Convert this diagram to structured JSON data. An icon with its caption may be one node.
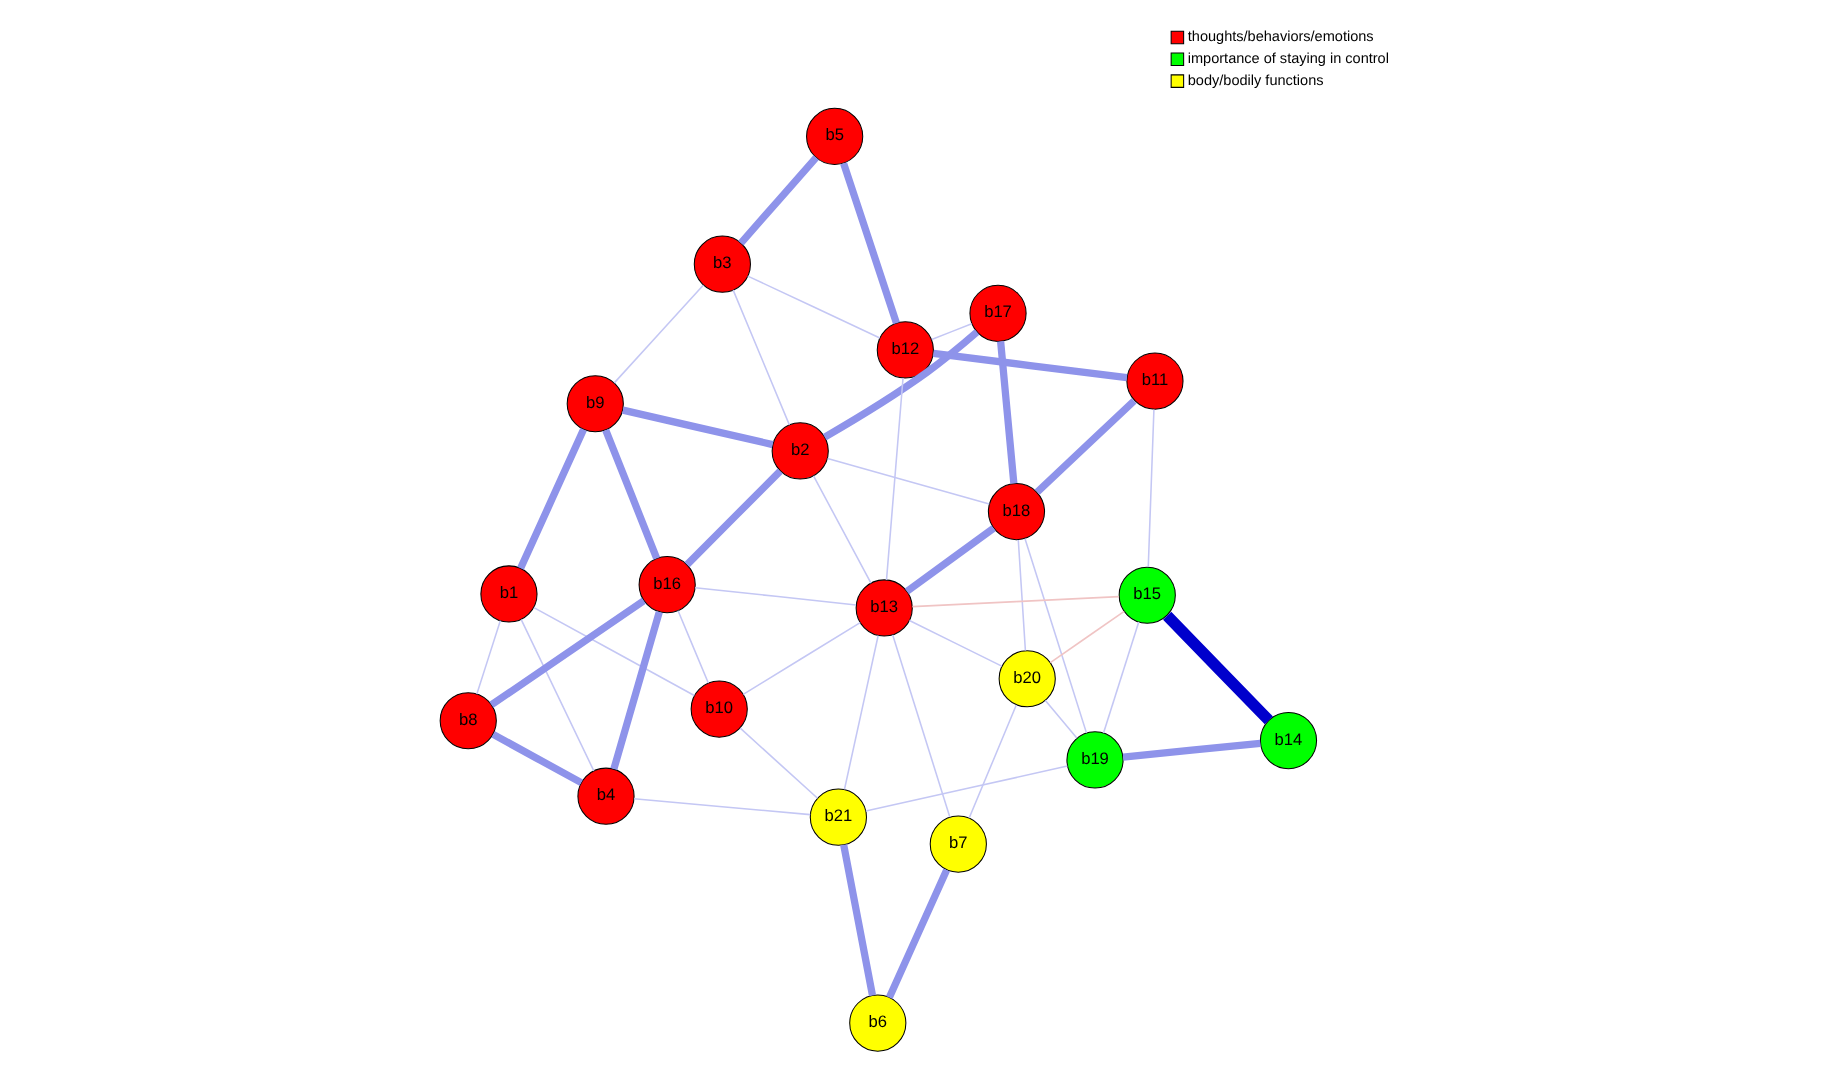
{
  "diagram": {
    "nodes": [
      {
        "text": [
          "b3"
        ]
      },
      {
        "text": [
          "b5"
        ]
      },
      {
        "text": [
          "b9"
        ]
      },
      {
        "text": [
          "b1"
        ]
      },
      {
        "text": [
          "b17"
        ]
      },
      {
        "text": [
          "b2"
        ]
      },
      {
        "text": [
          "b12"
        ]
      },
      {
        "text": [
          "b16"
        ]
      },
      {
        "text": [
          "b8"
        ]
      },
      {
        "text": [
          "b4"
        ]
      },
      {
        "text": [
          "b11"
        ]
      },
      {
        "text": [
          "b18"
        ]
      },
      {
        "text": [
          "b13"
        ]
      },
      {
        "text": [
          "b10"
        ]
      },
      {
        "text": [
          "b21"
        ]
      },
      {
        "text": [
          "b20"
        ]
      },
      {
        "text": [
          "b15"
        ]
      },
      {
        "text": [
          "b6"
        ]
      },
      {
        "text": [
          "b14"
        ]
      },
      {
        "text": [
          "b7"
        ]
      },
      {
        "text": [
          "b19"
        ]
      }
    ],
    "edges": [
      {
        "from": 3,
        "to": 2,
        "arrow": "none",
        "style": "thick"
      },
      {
        "from": 8,
        "to": 7,
        "arrow": "none",
        "style": "thick"
      },
      {
        "from": 7,
        "to": 5,
        "arrow": "none",
        "style": "thick"
      },
      {
        "from": 5,
        "to": 4,
        "arrow": "none",
        "style": "thick"
      },
      {
        "from": 4,
        "to": 11,
        "arrow": "none",
        "style": "thick"
      },
      {
        "from": 11,
        "to": 10,
        "arrow": "none",
        "style": "thick"
      },
      {
        "from": 6,
        "to": 10,
        "arrow": "none",
        "style": "thick"
      },
      {
        "from": 8,
        "to": 9,
        "arrow": "none",
        "style": "thick"
      },
      {
        "from": 12,
        "to": 11,
        "arrow": "none",
        "style": "thick"
      },
      {
        "from": 14,
        "to": 17,
        "arrow": "none",
        "style": "thick"
      },
      {
        "from": 17,
        "to": 19,
        "arrow": "none",
        "style": "thick"
      },
      {
        "from": 20,
        "to": 18,
        "arrow": "none",
        "style": "thick"
      },
      {
        "from": 18,
        "to": 16,
        "arrow": "none",
        "style": "thick",
        "color": "#0000cc"
      },
      {
        "from": 0,
        "to": 1,
        "arrow": "none",
        "style": "thick"
      },
      {
        "from": 1,
        "to": 6,
        "arrow": "none",
        "style": "thick"
      },
      {
        "from": 2,
        "to": 7,
        "arrow": "none",
        "style": "thick"
      },
      {
        "from": 2,
        "to": 5,
        "arrow": "none",
        "style": "thick"
      },
      {
        "from": 7,
        "to": 9,
        "arrow": "none",
        "style": "thick"
      },
      {
        "from": 2,
        "to": 0,
        "arrow": "none"
      },
      {
        "from": 0,
        "to": 5,
        "arrow": "none"
      },
      {
        "from": 0,
        "to": 6,
        "arrow": "none"
      },
      {
        "from": 4,
        "to": 6,
        "arrow": "none"
      },
      {
        "from": 3,
        "to": 8,
        "arrow": "none"
      },
      {
        "from": 3,
        "to": 9,
        "arrow": "none"
      },
      {
        "from": 3,
        "to": 13,
        "arrow": "none"
      },
      {
        "from": 9,
        "to": 14,
        "arrow": "none"
      },
      {
        "from": 7,
        "to": 12,
        "arrow": "none"
      },
      {
        "from": 5,
        "to": 12,
        "arrow": "none"
      },
      {
        "from": 5,
        "to": 11,
        "arrow": "none"
      },
      {
        "from": 12,
        "to": 13,
        "arrow": "none"
      },
      {
        "from": 12,
        "to": 15,
        "arrow": "none"
      },
      {
        "from": 12,
        "to": 19,
        "arrow": "none"
      },
      {
        "from": 15,
        "to": 20,
        "arrow": "none"
      },
      {
        "from": 14,
        "to": 20,
        "arrow": "none"
      },
      {
        "from": 11,
        "to": 15,
        "arrow": "none"
      },
      {
        "from": 7,
        "to": 13,
        "arrow": "none"
      },
      {
        "from": 13,
        "to": 14,
        "arrow": "none"
      },
      {
        "from": 14,
        "to": 12,
        "arrow": "none"
      },
      {
        "from": 11,
        "to": 20,
        "arrow": "none"
      },
      {
        "from": 10,
        "to": 16,
        "arrow": "none"
      },
      {
        "from": 20,
        "to": 16,
        "arrow": "none"
      },
      {
        "from": 6,
        "to": 12,
        "arrow": "none"
      },
      {
        "from": 15,
        "to": 19,
        "arrow": "none"
      },
      {
        "from": 15,
        "to": 16,
        "arrow": "none",
        "color": "#f0c4c4"
      },
      {
        "from": 12,
        "to": 16,
        "arrow": "none",
        "color": "#f0c4c4"
      }
    ],
    "legend": [
      {
        "text": "thoughts/behaviors/emotions",
        "color": "#ff0000"
      },
      {
        "text": "importance of staying in control",
        "color": "#00ff00"
      },
      {
        "text": "body/bodily functions",
        "color": "#ffff00"
      }
    ]
  }
}
